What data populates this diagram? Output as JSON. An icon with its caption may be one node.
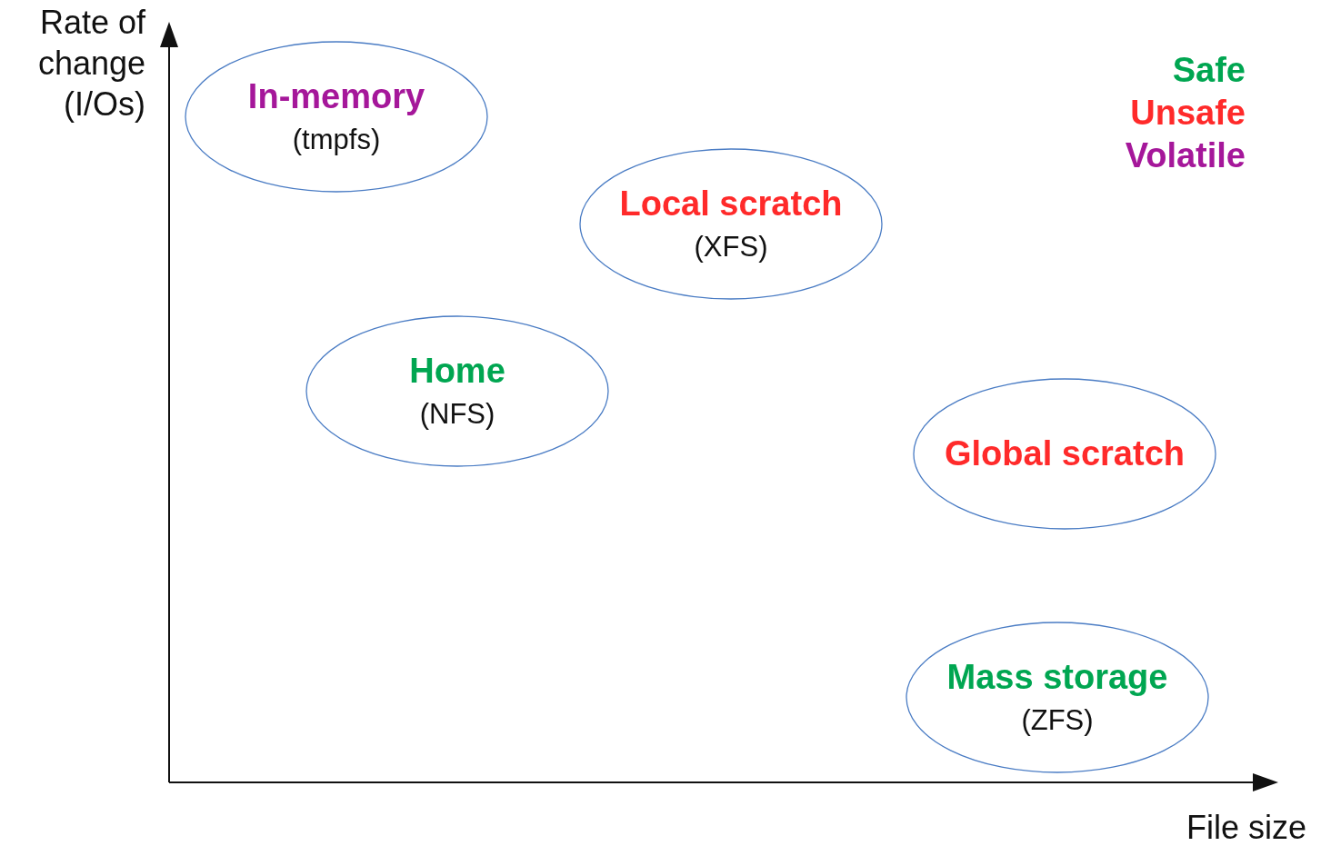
{
  "diagram": {
    "nodes": [
      {
        "text": [
          "In-memory",
          "(tmpfs)"
        ]
      },
      {
        "text": [
          "Local scratch",
          "(XFS)"
        ]
      },
      {
        "text": [
          "Home",
          "(NFS)"
        ]
      },
      {
        "text": [
          "Global scratch"
        ]
      },
      {
        "text": [
          "Mass storage",
          "(ZFS)"
        ]
      }
    ],
    "edges": [],
    "labels": [
      "Rate of change (I/Os)",
      "File size"
    ],
    "legend": [
      {
        "text": "Safe",
        "color": "#00a651"
      },
      {
        "text": "Unsafe",
        "color": "#ff2a2a"
      },
      {
        "text": "Volatile",
        "color": "#a5179a"
      }
    ]
  }
}
